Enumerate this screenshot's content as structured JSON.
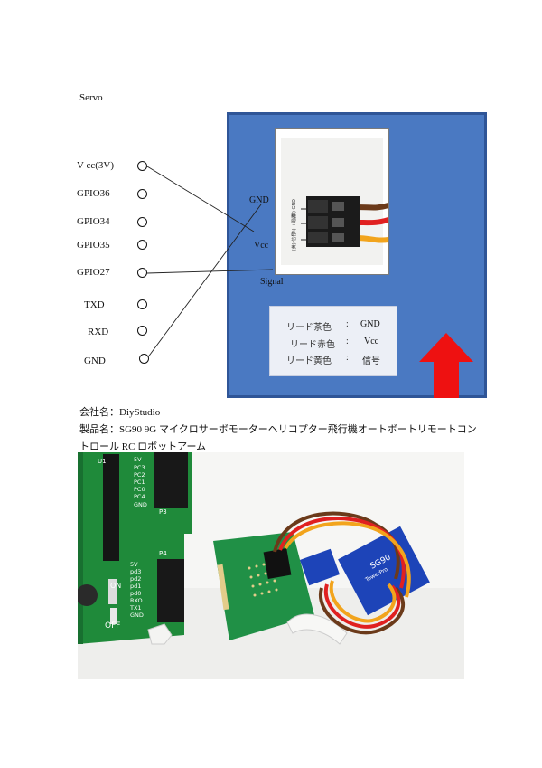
{
  "section_title": "Servo",
  "pins": [
    {
      "label": "V cc(3V)"
    },
    {
      "label": "GPIO36"
    },
    {
      "label": "GPIO34"
    },
    {
      "label": "GPIO35"
    },
    {
      "label": "GPIO27"
    },
    {
      "label": "TXD"
    },
    {
      "label": "RXD"
    },
    {
      "label": "GND"
    }
  ],
  "panel": {
    "gnd_label": "GND",
    "vcc_label": "Vcc",
    "signal_label": "Signal",
    "photo_small_text": [
      "(茶) GND",
      "(赤) +電源",
      "(黄) 信号"
    ],
    "legend": [
      {
        "name": "リード茶色",
        "sep": ":",
        "value": "GND"
      },
      {
        "name": "リード赤色",
        "sep": ":",
        "value": "Vcc"
      },
      {
        "name": "リード黄色",
        "sep": ":",
        "value": "信号"
      }
    ],
    "arrow_color": "#ee1111"
  },
  "info": {
    "company": "会社名：DiyStudio",
    "product_line1": "製品名：SG90 9G マイクロサーボモーターヘリコプター飛行機オートボートリモートコン",
    "product_line2": "トロール RC ロボットアーム"
  },
  "photo": {
    "header_left": [
      "5V",
      "PC3",
      "PC2",
      "PC1",
      "PC0",
      "PC4",
      "GND"
    ],
    "header_left_label": "U1",
    "header_p3": "P3",
    "header_p4": "P4",
    "header_right": [
      "5V",
      "pd3",
      "pd2",
      "pd1",
      "pd0",
      "RXO",
      "TX1",
      "GND"
    ],
    "switch_on": "ON",
    "switch_off": "OFF",
    "servo_brand": "TowerPro",
    "servo_model": "SG90"
  },
  "colors": {
    "panel_blue": "#4a79c2",
    "panel_border": "#2f5597",
    "pcb_green": "#1f8a3a",
    "servo_blue": "#1d44b8"
  }
}
